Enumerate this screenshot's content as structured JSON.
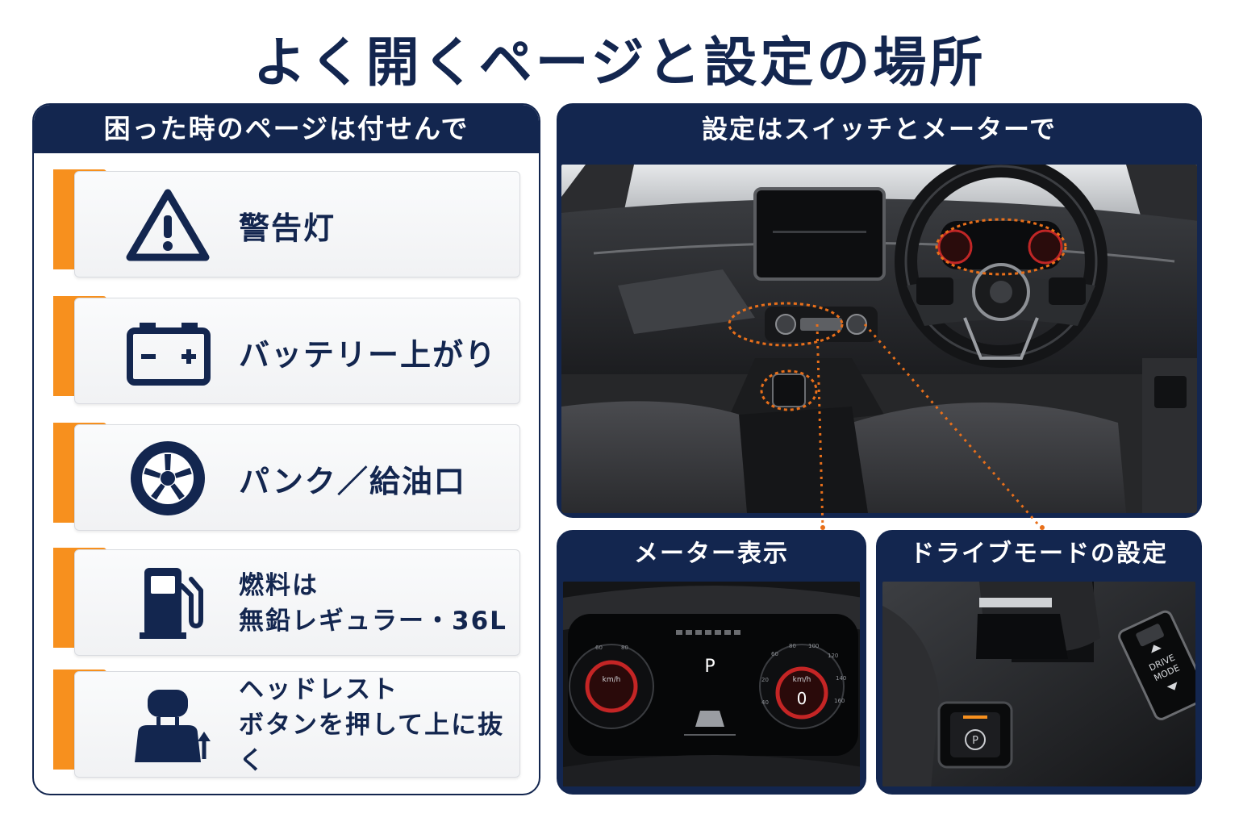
{
  "title": "よく開くページと設定の場所",
  "left_panel": {
    "header": "困った時のページは付せんで",
    "items": [
      {
        "icon": "warning-triangle-icon",
        "label": "警告灯"
      },
      {
        "icon": "battery-icon",
        "label": "バッテリー上がり"
      },
      {
        "icon": "tire-icon",
        "label": "パンク／給油口"
      },
      {
        "icon": "fuel-pump-icon",
        "label_line1": "燃料は",
        "label_line2": "無鉛レギュラー・36L"
      },
      {
        "icon": "headrest-icon",
        "label_line1": "ヘッドレスト",
        "label_line2": "ボタンを押して上に抜く"
      }
    ]
  },
  "right_panel": {
    "header": "設定はスイッチとメーターで"
  },
  "meter_panel": {
    "header": "メーター表示",
    "speed_unit": "km/h",
    "gear": "P",
    "speed_value": "0",
    "right_gauge_ticks": [
      "60",
      "80",
      "100",
      "120",
      "140",
      "160"
    ],
    "left_gauge_ticks": [
      "20",
      "40",
      "60",
      "80"
    ]
  },
  "drive_panel": {
    "header": "ドライブモードの設定",
    "drive_mode_line1": "DRIVE",
    "drive_mode_line2": "MODE",
    "parking_brake_symbol": "P"
  },
  "colors": {
    "navy": "#13264f",
    "orange": "#f7901e",
    "highlight": "#e86f1a"
  }
}
